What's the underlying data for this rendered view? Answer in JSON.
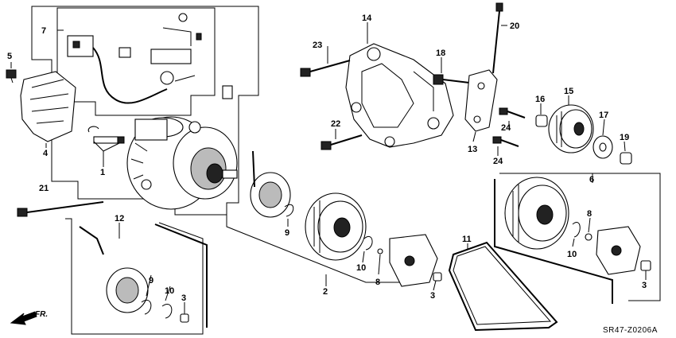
{
  "diagram": {
    "callouts": [
      "1",
      "2",
      "3",
      "3",
      "3",
      "4",
      "5",
      "6",
      "7",
      "8",
      "8",
      "9",
      "9",
      "10",
      "10",
      "10",
      "11",
      "12",
      "13",
      "14",
      "15",
      "16",
      "17",
      "18",
      "19",
      "20",
      "21",
      "22",
      "23",
      "24",
      "24"
    ],
    "drawing_code": "SR47-Z0206A",
    "direction_label": "FR."
  }
}
